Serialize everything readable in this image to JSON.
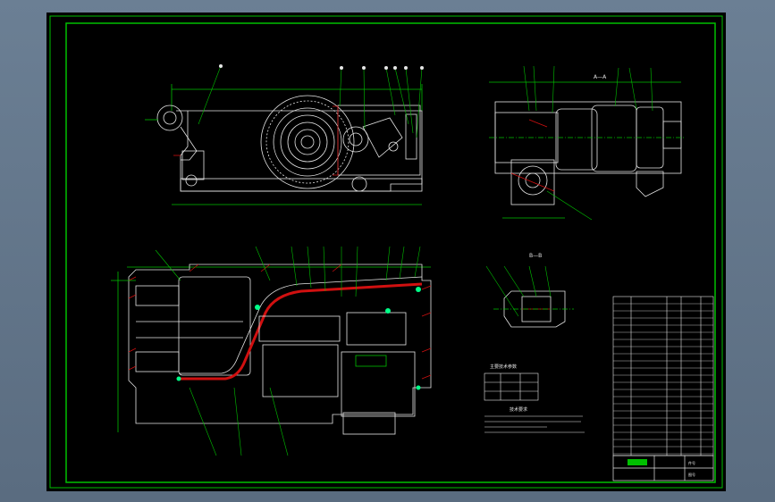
{
  "drawing": {
    "background": "#000000",
    "frame_color": "#00c000",
    "line_color": "#e6e6e6",
    "dim_color": "#00c000",
    "hatch_color": "#d01010",
    "highlight_color": "#00ff88",
    "section_labels": [
      "A—A",
      "B—B"
    ],
    "notes_heading": "技术要求",
    "spec_table_heading": "主要技术参数"
  },
  "title_block": {
    "part_count_label": "件号",
    "drawing_no": "图号"
  }
}
